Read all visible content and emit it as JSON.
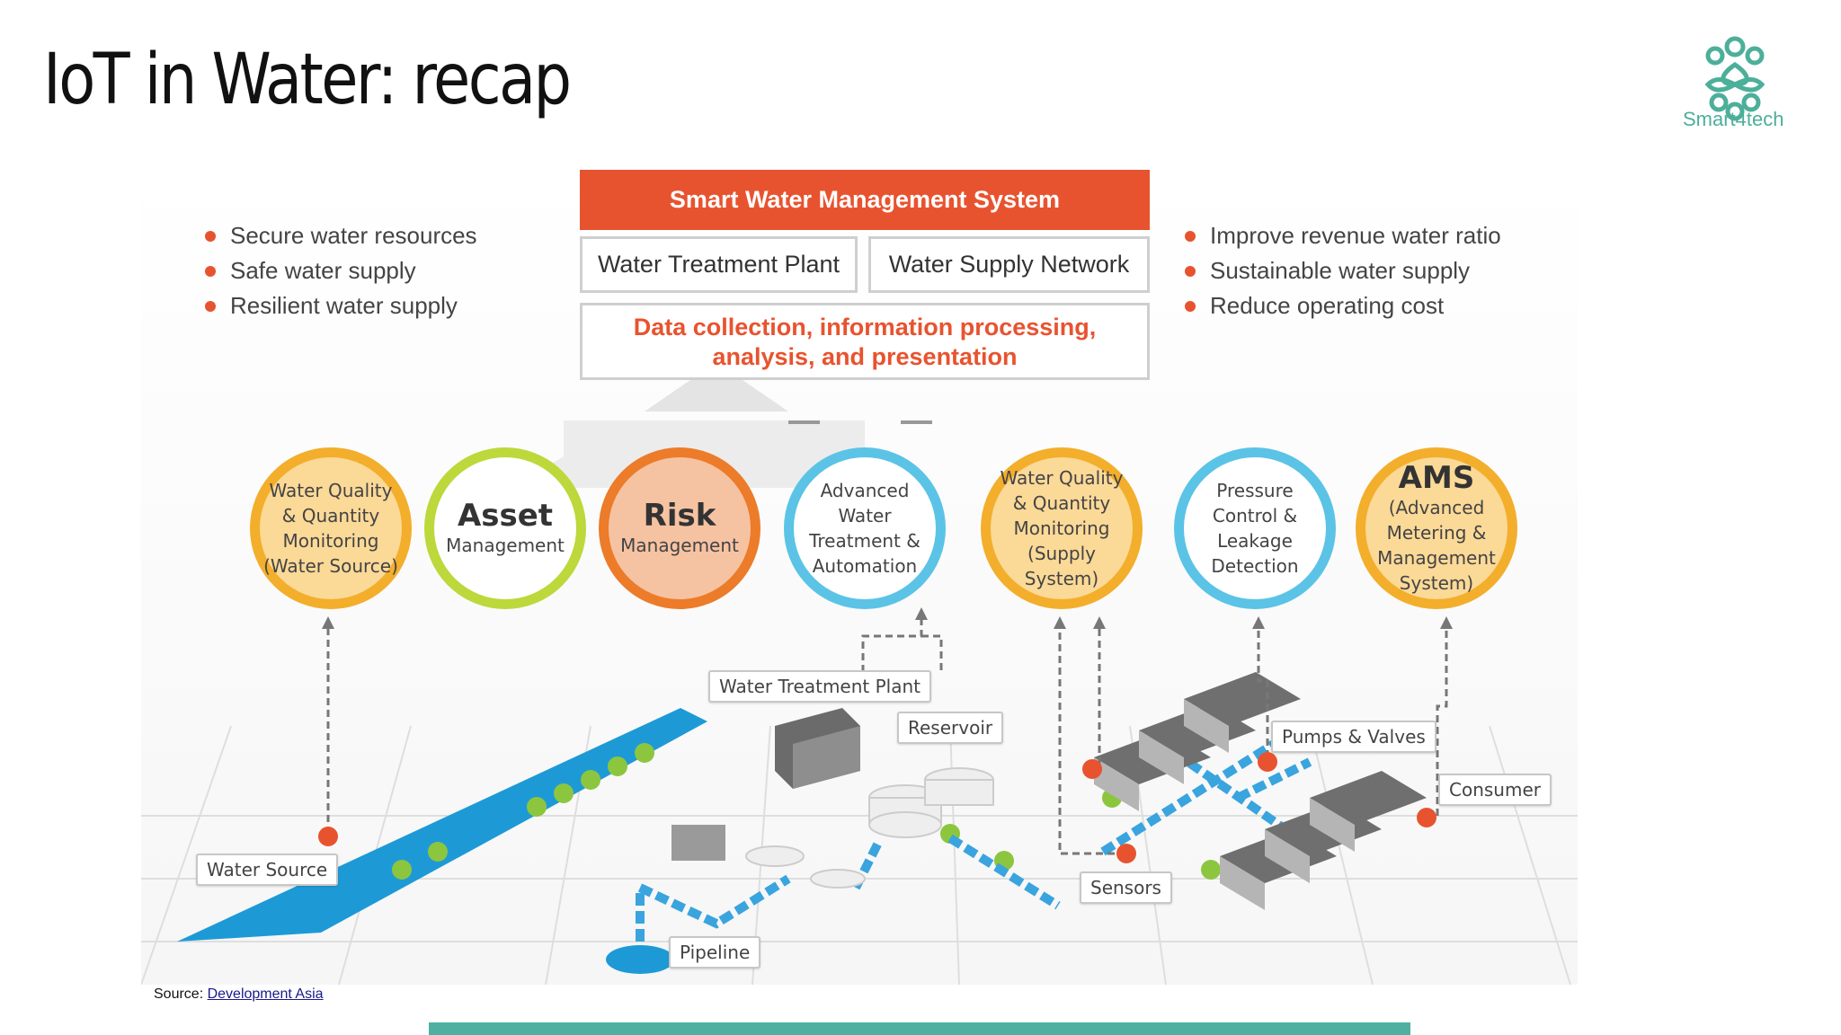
{
  "slide": {
    "title": "IoT in Water: recap",
    "logo_text": "Smart4tech",
    "source_prefix": "Source: ",
    "source_link": "Development Asia"
  },
  "diagram": {
    "system_title": "Smart Water Management System",
    "plant_box": "Water Treatment Plant",
    "network_box": "Water Supply Network",
    "data_line1": "Data collection, information processing,",
    "data_line2": "analysis, and presentation",
    "left_bullets": [
      "Secure water resources",
      "Safe water supply",
      "Resilient water supply"
    ],
    "right_bullets": [
      "Improve revenue water ratio",
      "Sustainable water supply",
      "Reduce operating  cost"
    ],
    "circles": {
      "wq_source": [
        "Water Quality",
        "& Quantity",
        "Monitoring",
        "(Water Source)"
      ],
      "asset": {
        "big": "Asset",
        "small": "Management"
      },
      "risk": {
        "big": "Risk",
        "small": "Management"
      },
      "treatment": [
        "Advanced",
        "Water",
        "Treatment &",
        "Automation"
      ],
      "wq_supply": [
        "Water Quality",
        "& Quantity",
        "Monitoring",
        "(Supply System)"
      ],
      "pressure": [
        "Pressure",
        "Control &",
        "Leakage",
        "Detection"
      ],
      "ams": {
        "big": "AMS",
        "lines": [
          "(Advanced",
          "Metering &",
          "Management",
          "System)"
        ]
      }
    },
    "labels": {
      "water_treatment_plant": "Water Treatment Plant",
      "reservoir": "Reservoir",
      "pumps_valves": "Pumps & Valves",
      "consumer": "Consumer",
      "water_source": "Water Source",
      "sensors": "Sensors",
      "pipeline": "Pipeline"
    },
    "colors": {
      "accent": "#e8532f",
      "yellow": "#f3ae2c",
      "green": "#bcd83b",
      "orange": "#ec7b2a",
      "blue": "#5bc3e6",
      "teal": "#4fb0a2"
    }
  }
}
